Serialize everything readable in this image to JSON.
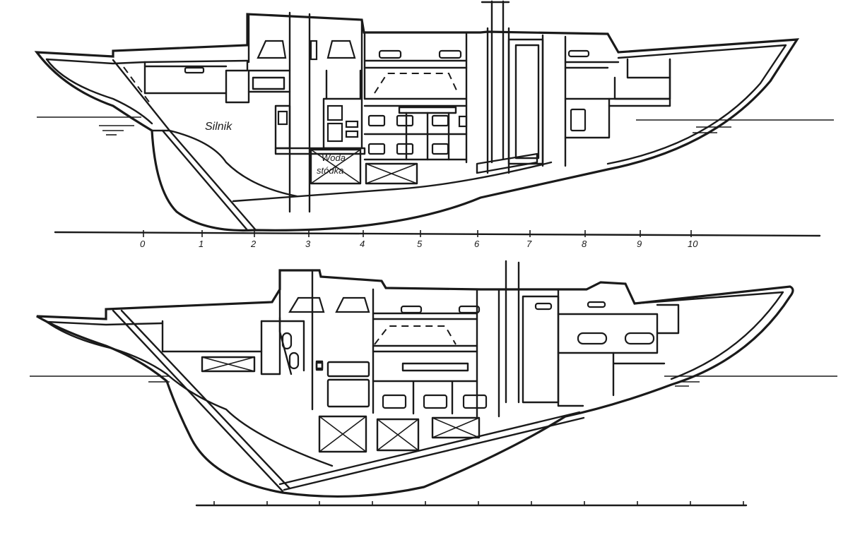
{
  "labels": {
    "engine": "Silnik",
    "tank_line1": "Woda",
    "tank_line2": "stódka"
  },
  "scale": {
    "stations": [
      "0",
      "1",
      "2",
      "3",
      "4",
      "5",
      "6",
      "7",
      "8",
      "9",
      "10"
    ]
  },
  "colors": {
    "ink": "#1a1a1a",
    "paper": "#ffffff"
  }
}
